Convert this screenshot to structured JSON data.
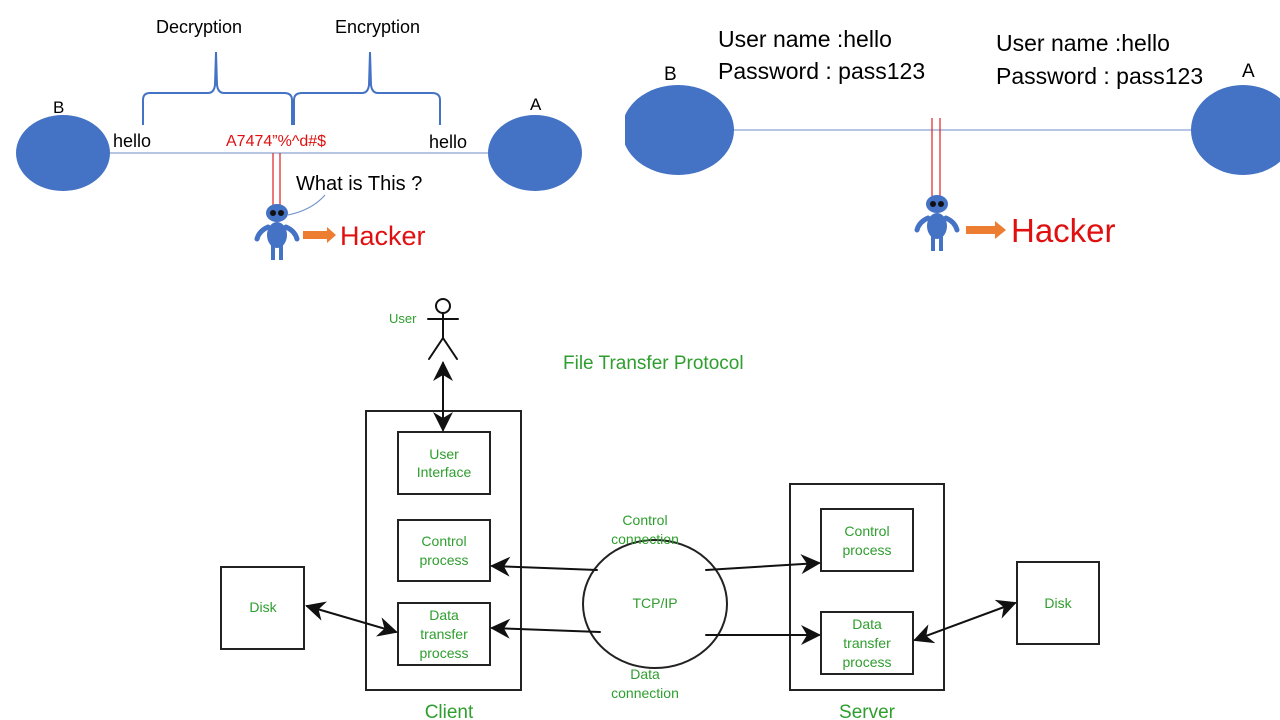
{
  "colors": {
    "node": "#4472c4",
    "hacker_text": "#e01010",
    "sniff_line": "#e02020",
    "arrow": "#ed7d31",
    "ftp_text": "#2e9e2e",
    "box": "#222222"
  },
  "panel_left": {
    "node_b": "B",
    "node_a": "A",
    "plain_left": "hello",
    "plain_right": "hello",
    "cipher": "A7474”%^d#$",
    "brace_left": "Decryption",
    "brace_right": "Encryption",
    "question": "What is This ?",
    "hacker": "Hacker"
  },
  "panel_right": {
    "node_b": "B",
    "node_a": "A",
    "cred_left": [
      "User name :hello",
      "Password : pass123"
    ],
    "cred_right": [
      "User name :hello",
      "Password : pass123"
    ],
    "hacker": "Hacker"
  },
  "ftp": {
    "title": "File Transfer Protocol",
    "user": "User",
    "client": {
      "label": "Client",
      "boxes": [
        [
          "User",
          "Interface"
        ],
        [
          "Control",
          "process"
        ],
        [
          "Data",
          "transfer",
          "process"
        ]
      ]
    },
    "server": {
      "label": "Server",
      "boxes": [
        [
          "Control",
          "process"
        ],
        [
          "Data",
          "transfer",
          "process"
        ]
      ]
    },
    "disk_left": "Disk",
    "disk_right": "Disk",
    "network": "TCP/IP",
    "control_connection": [
      "Control",
      "connection"
    ],
    "data_connection": [
      "Data",
      "connection"
    ]
  }
}
